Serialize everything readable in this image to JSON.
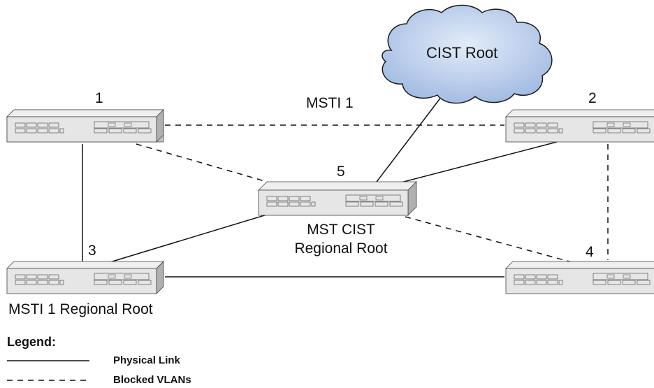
{
  "nodes": {
    "cloud_label": "CIST Root",
    "switch1_number": "1",
    "switch2_number": "2",
    "switch3_number": "3",
    "switch4_number": "4",
    "switch5_number": "5"
  },
  "annotations": {
    "msti_label": "MSTI 1",
    "cist_regional_root_line1": "MST CIST",
    "cist_regional_root_line2": "Regional Root",
    "msti_regional_root": "MSTI 1 Regional Root"
  },
  "legend": {
    "title": "Legend:",
    "items": [
      {
        "style": "solid",
        "label": "Physical Link"
      },
      {
        "style": "dashed",
        "label": "Blocked VLANs"
      }
    ]
  },
  "colors": {
    "line": "#111111",
    "switch_top": "#e8e8e8",
    "switch_side": "#c4c4c4",
    "cloud_fill": "#a9c3e8",
    "cloud_stroke": "#1a1a1a"
  }
}
